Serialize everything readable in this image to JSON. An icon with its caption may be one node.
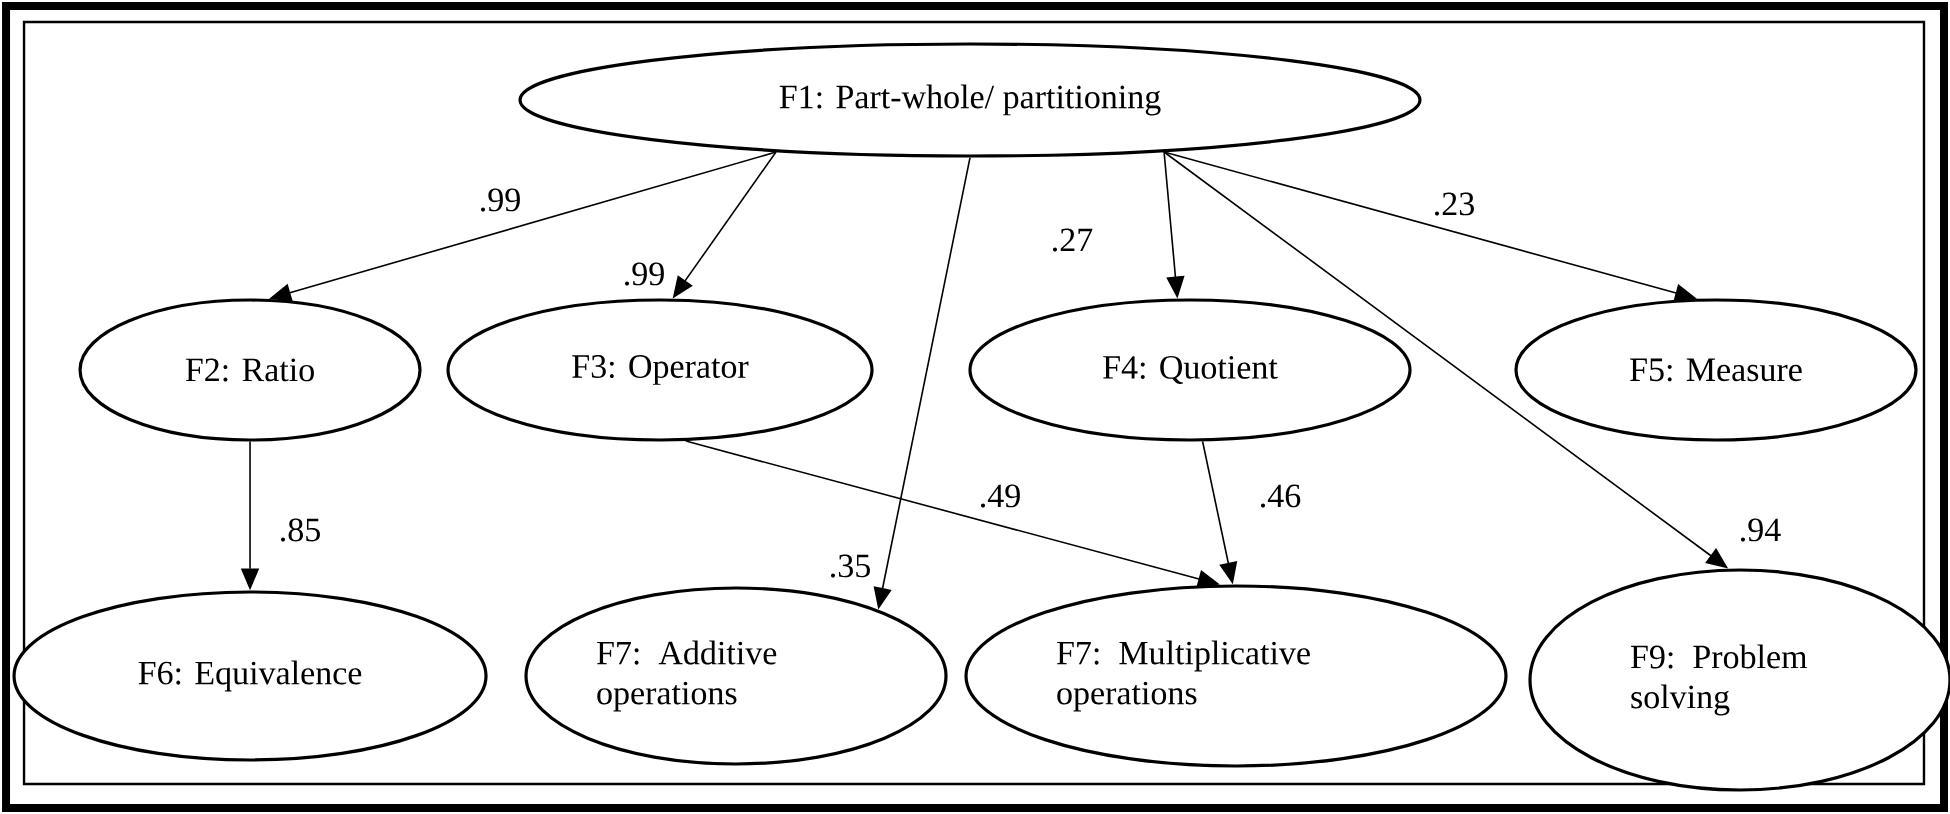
{
  "diagram": {
    "nodes": [
      {
        "text": [
          "F1: Part-whole/ partitioning"
        ]
      },
      {
        "text": [
          "F2: Ratio"
        ]
      },
      {
        "text": [
          "F3: Operator"
        ]
      },
      {
        "text": [
          "F4: Quotient"
        ]
      },
      {
        "text": [
          "F5: Measure"
        ]
      },
      {
        "text": [
          "F6: Equivalence"
        ]
      },
      {
        "text": [
          "F7: Additive operations"
        ]
      },
      {
        "text": [
          "F7: Multiplicative operations"
        ]
      },
      {
        "text": [
          "F9: Problem solving"
        ]
      }
    ],
    "edges": [
      {
        "from": 0,
        "to": 1,
        "arrow": "to",
        "label": ".99"
      },
      {
        "from": 0,
        "to": 2,
        "arrow": "to",
        "label": ".99"
      },
      {
        "from": 0,
        "to": 6,
        "arrow": "to",
        "label": ".35"
      },
      {
        "from": 0,
        "to": 3,
        "arrow": "to",
        "label": ".27"
      },
      {
        "from": 0,
        "to": 8,
        "arrow": "to",
        "label": ".94"
      },
      {
        "from": 0,
        "to": 4,
        "arrow": "to",
        "label": ".23"
      },
      {
        "from": 1,
        "to": 5,
        "arrow": "to",
        "label": ".85"
      },
      {
        "from": 2,
        "to": 7,
        "arrow": "to",
        "label": ".49"
      },
      {
        "from": 3,
        "to": 7,
        "arrow": "to",
        "label": ".46"
      }
    ]
  }
}
